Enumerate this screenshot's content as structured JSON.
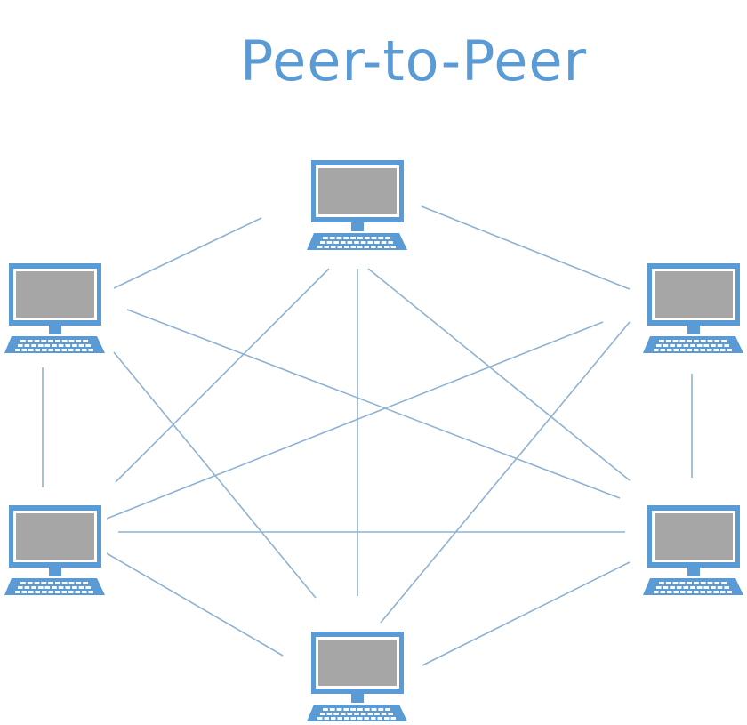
{
  "title": "Peer-to-Peer",
  "colors": {
    "accent": "#5b9bd5",
    "screen": "#a6a6a6",
    "link_line": "#8fb2d2",
    "background": "#ffffff"
  },
  "nodes": [
    {
      "id": "top",
      "icon": "computer-icon"
    },
    {
      "id": "upper-left",
      "icon": "computer-icon"
    },
    {
      "id": "upper-right",
      "icon": "computer-icon"
    },
    {
      "id": "lower-left",
      "icon": "computer-icon"
    },
    {
      "id": "lower-right",
      "icon": "computer-icon"
    },
    {
      "id": "bottom",
      "icon": "computer-icon"
    }
  ],
  "links": [
    [
      "top",
      "upper-left"
    ],
    [
      "top",
      "upper-right"
    ],
    [
      "top",
      "lower-left"
    ],
    [
      "top",
      "lower-right"
    ],
    [
      "top",
      "bottom"
    ],
    [
      "upper-left",
      "lower-left"
    ],
    [
      "upper-left",
      "lower-right"
    ],
    [
      "upper-left",
      "bottom"
    ],
    [
      "upper-right",
      "lower-left"
    ],
    [
      "upper-right",
      "lower-right"
    ],
    [
      "upper-right",
      "bottom"
    ],
    [
      "lower-left",
      "lower-right"
    ],
    [
      "lower-left",
      "bottom"
    ],
    [
      "lower-right",
      "bottom"
    ]
  ]
}
